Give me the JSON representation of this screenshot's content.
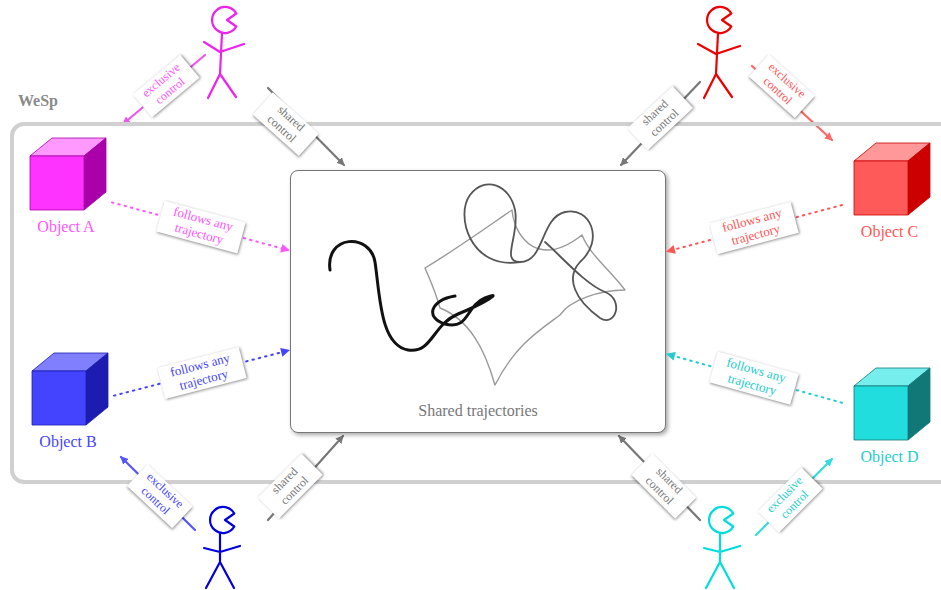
{
  "diagram": {
    "nodes": [
      {
        "text": [
          "WeSp"
        ]
      },
      {
        "text": [
          "Object A"
        ],
        "in": 0
      },
      {
        "text": [
          "Object C"
        ],
        "in": 0
      },
      {
        "text": [
          "Shared trajectories"
        ],
        "in": 0
      },
      {
        "text": [
          "Object B"
        ],
        "in": 0
      },
      {
        "text": [
          "Object D"
        ],
        "in": 0
      }
    ],
    "edges": [
      {
        "from": 1,
        "to": 3,
        "arrow": "to",
        "label": "follows any trajectory"
      },
      {
        "from": 2,
        "to": 3,
        "arrow": "to",
        "label": "follows any trajectory"
      },
      {
        "from": 4,
        "to": 3,
        "arrow": "to",
        "label": "follows any trajectory"
      },
      {
        "from": 5,
        "to": 3,
        "arrow": "to",
        "label": "follows any trajectory"
      }
    ],
    "labels": [
      "exclusive control",
      "shared control",
      "shared control",
      "exclusive control",
      "exclusive control",
      "shared control",
      "shared control",
      "exclusive control"
    ]
  }
}
